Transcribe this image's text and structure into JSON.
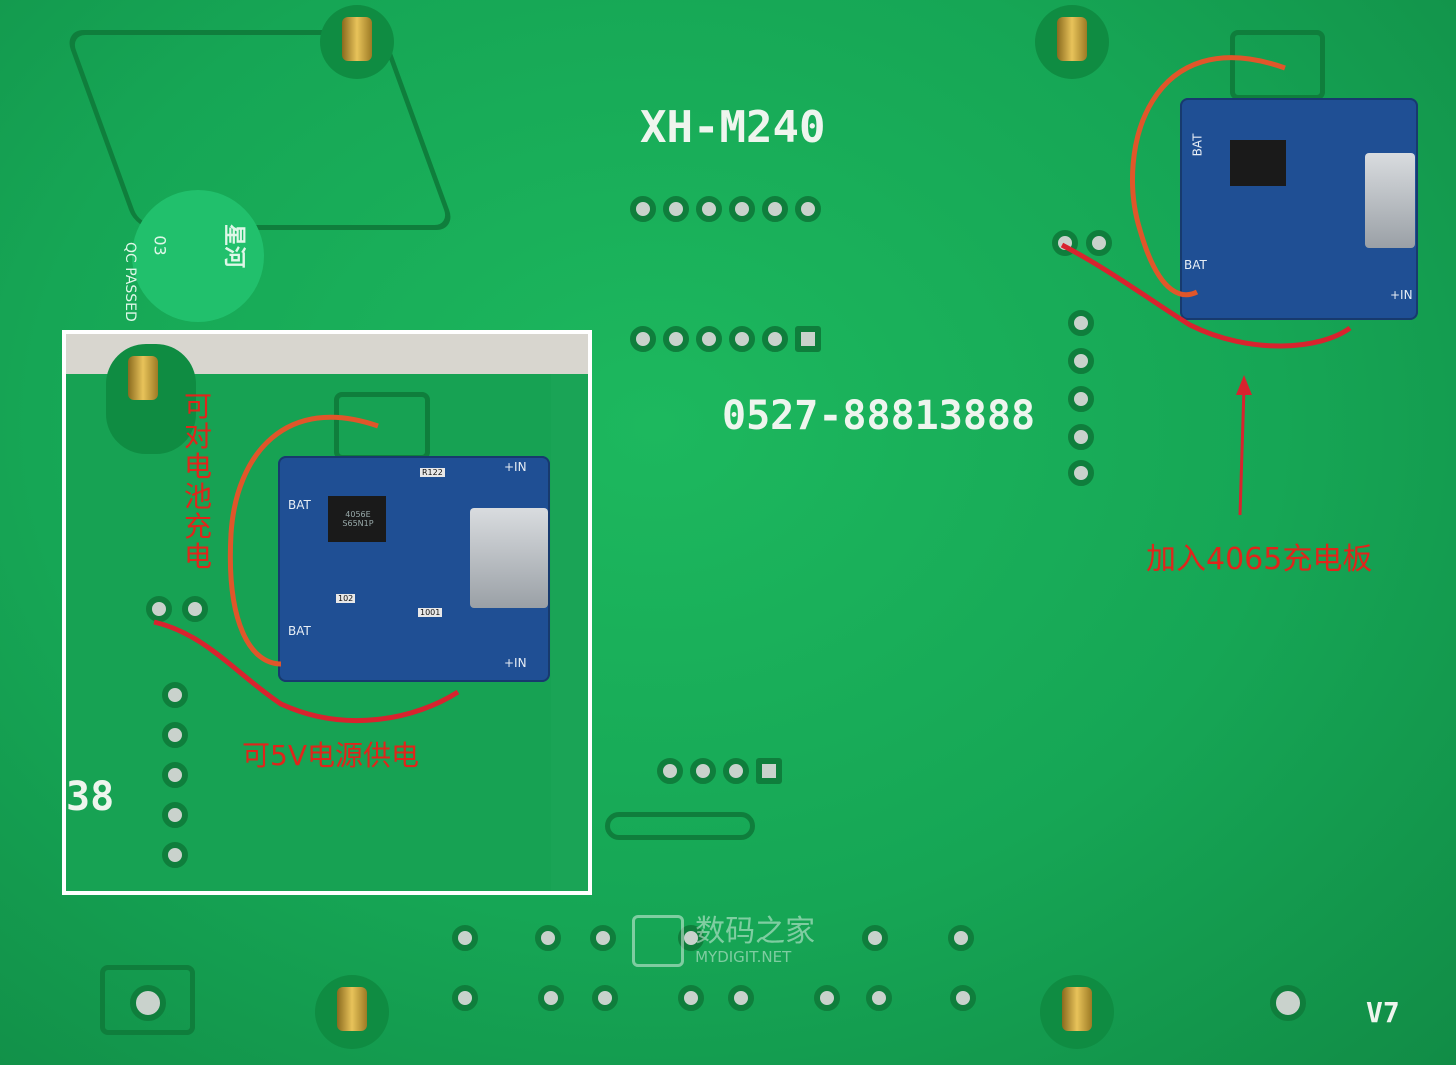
{
  "board": {
    "model": "XH-M240",
    "phone": "0527-88813888",
    "version": "V7",
    "qc_stamp_line1": "QC PASSED",
    "qc_stamp_line2": "03",
    "qc_stamp_brand": "星河"
  },
  "annotations": {
    "main_label": "加入4065充电板",
    "inset_vertical_label": "可对电池充电",
    "inset_bottom_label": "可5V电源供电",
    "inset_partial_digits": "38"
  },
  "module_markings": {
    "bat_top": "BAT",
    "bat_bottom": "BAT",
    "in_top": "+IN",
    "in_bottom": "+IN",
    "chip_text": "4056E S65N1P",
    "resistor_r122": "R122",
    "resistor_102": "102",
    "resistor_1001": "1001"
  },
  "watermark": {
    "cn": "数码之家",
    "en": "MYDIGIT.NET"
  },
  "colors": {
    "pcb_green": "#16a655",
    "module_blue": "#1f4f94",
    "annotation_red": "#e0251b",
    "silkscreen": "#eef5ee"
  }
}
